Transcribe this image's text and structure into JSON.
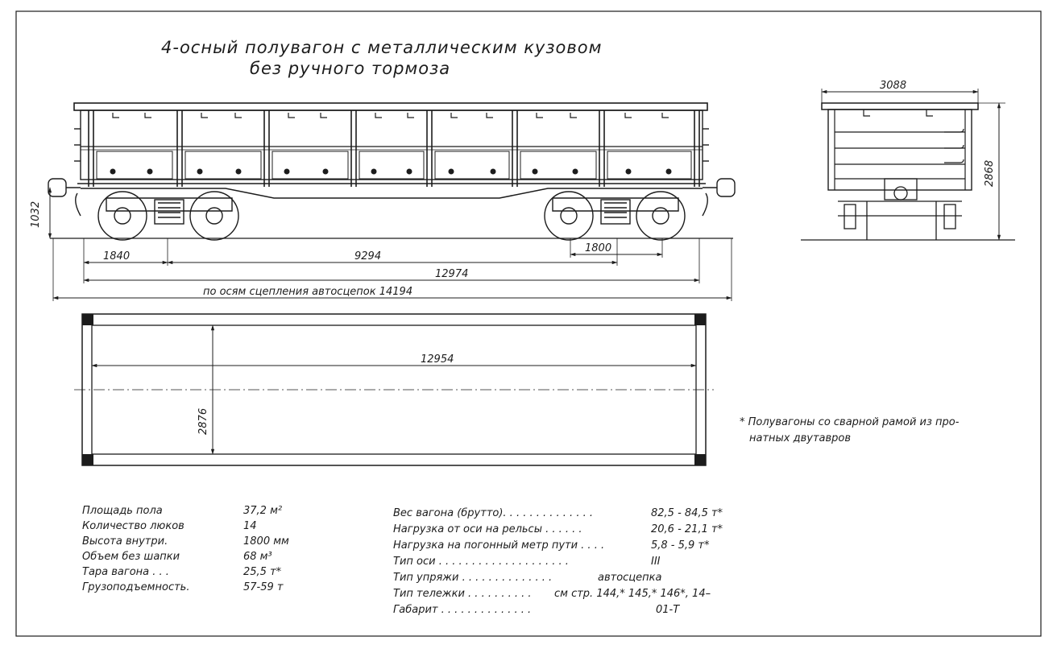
{
  "title": {
    "line1": "4-осный  полувагон с  металлическим  кузовом",
    "line2": "без ручного тормоза"
  },
  "side_view": {
    "height_dim": "1032",
    "dims": {
      "overhang": "1840",
      "bogie_centers": "9294",
      "wheelbase": "1800",
      "frame_length": "12974",
      "coupler_length_label": "по осям сцепления  автосцепок  14194"
    }
  },
  "end_view": {
    "width_dim": "3088",
    "height_dim": "2868"
  },
  "plan_view": {
    "length_dim": "12954",
    "width_dim": "2876"
  },
  "footnote": {
    "line1": "*  Полувагоны со сварной рамой из про-",
    "line2": "натных  двутавров"
  },
  "specs_left": [
    {
      "label": "Площадь  пола",
      "value": "37,2 м²"
    },
    {
      "label": "Количество люков",
      "value": "14"
    },
    {
      "label": "Высота внутри.",
      "value": "1800 мм"
    },
    {
      "label": "Объем без шапки",
      "value": "68 м³"
    },
    {
      "label": "Тара вагона  . . .",
      "value": "25,5 т*"
    },
    {
      "label": "Грузоподъемность.",
      "value": "57-59 т"
    }
  ],
  "specs_right": [
    {
      "label": "Вес вагона (брутто). . . . . . . . . . . . . .",
      "value": "82,5 - 84,5 т*"
    },
    {
      "label": "Нагрузка  от  оси  на рельсы . . . . . .",
      "value": "20,6 - 21,1 т*"
    },
    {
      "label": "Нагрузка на погонный метр пути . . . .",
      "value": "5,8 - 5,9 т*"
    },
    {
      "label": "Тип оси . . . . . . . . . . . . . . . . . . . .",
      "value": "III"
    },
    {
      "label": "Тип упряжи . . . . . . . . . . . . . .",
      "value": "автосцепка"
    },
    {
      "label": "Тип тележки . . . . . . . . . .",
      "value": "см стр. 144,* 145,* 146*, 14–"
    },
    {
      "label": "Габарит  . . . . . . . . . . . . . .",
      "value": "01-Т"
    }
  ]
}
